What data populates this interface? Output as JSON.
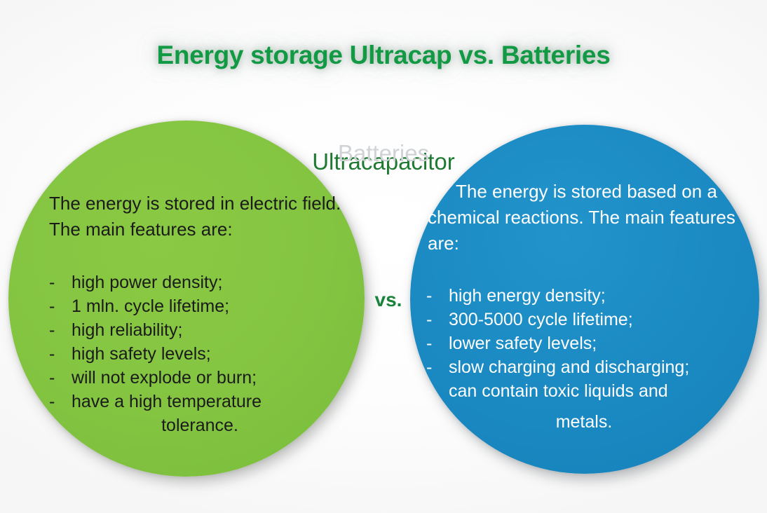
{
  "title": "Energy storage Ultracap vs. Batteries",
  "separator": "vs.",
  "left_panel": {
    "heading": "Ultracapacitor",
    "intro": "The energy is stored in electric field. The main features are:",
    "bullet_marker": "-",
    "bullets": [
      "high power density;",
      "1 mln. cycle lifetime;",
      "high reliability;",
      "high safety levels;",
      "will not explode or burn;",
      "have a high temperature"
    ],
    "tail": "tolerance.",
    "fill_color": "#83c441",
    "heading_color": "#1f7a31",
    "text_color": "#1b1b1b"
  },
  "right_panel": {
    "heading": "Batteries",
    "intro": "The energy is stored based on a chemical reactions. The main features are:",
    "bullet_marker": "-",
    "bullets": [
      "high energy density;",
      "300-5000 cycle lifetime;",
      "lower safety levels;",
      "slow charging and discharging;",
      "can contain toxic liquids and"
    ],
    "tail": "metals.",
    "fill_color": "#1b8ac3",
    "heading_color": "#cfd3d6",
    "text_color": "#ffffff"
  },
  "colors": {
    "title_green": "#119944",
    "vs_green": "#19833b",
    "background": "#ffffff"
  }
}
